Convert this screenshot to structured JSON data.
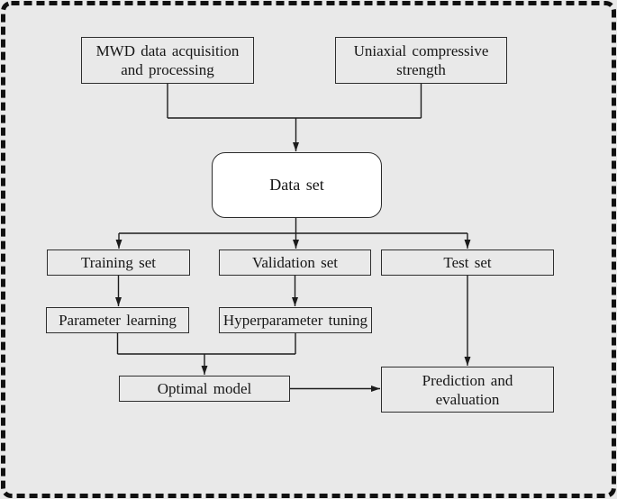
{
  "diagram": {
    "colors": {
      "background": "#e9e9e9",
      "box_fill": "#e9e9e9",
      "dataset_fill": "#ffffff",
      "line_color": "#1c1c1c",
      "text_color": "#161616",
      "frame_color": "#111111"
    },
    "nodes": {
      "mwd": {
        "line1": "MWD data acquisition",
        "line2": "and processing"
      },
      "ucs": {
        "line1": "Uniaxial compressive",
        "line2": "strength"
      },
      "dataset": {
        "label": "Data set"
      },
      "training": {
        "label": "Training set"
      },
      "validation": {
        "label": "Validation set"
      },
      "test": {
        "label": "Test set"
      },
      "parameter_learning": {
        "label": "Parameter learning"
      },
      "hyperparameter_tuning": {
        "label": "Hyperparameter tuning"
      },
      "optimal_model": {
        "label": "Optimal model"
      },
      "prediction": {
        "line1": "Prediction and",
        "line2": "evaluation"
      }
    },
    "edges": [
      {
        "from": "mwd",
        "to": "dataset"
      },
      {
        "from": "ucs",
        "to": "dataset"
      },
      {
        "from": "dataset",
        "to": "training"
      },
      {
        "from": "dataset",
        "to": "validation"
      },
      {
        "from": "dataset",
        "to": "test"
      },
      {
        "from": "training",
        "to": "parameter_learning"
      },
      {
        "from": "validation",
        "to": "hyperparameter_tuning"
      },
      {
        "from": "parameter_learning",
        "to": "optimal_model"
      },
      {
        "from": "hyperparameter_tuning",
        "to": "optimal_model"
      },
      {
        "from": "optimal_model",
        "to": "prediction"
      },
      {
        "from": "test",
        "to": "prediction"
      }
    ]
  }
}
